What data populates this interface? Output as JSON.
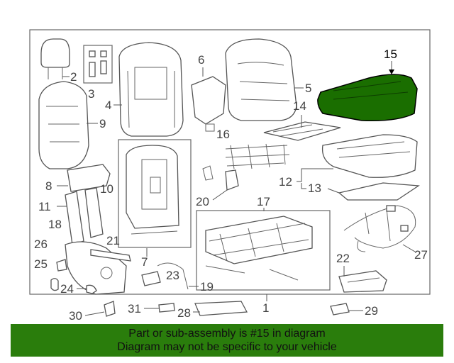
{
  "diagram": {
    "labels": {
      "l1": "1",
      "l2": "2",
      "l3": "3",
      "l4": "4",
      "l5": "5",
      "l6": "6",
      "l7": "7",
      "l8": "8",
      "l9": "9",
      "l10": "10",
      "l11": "11",
      "l12": "12",
      "l13": "13",
      "l14": "14",
      "l15": "15",
      "l16": "16",
      "l17": "17",
      "l18": "18",
      "l19": "19",
      "l20": "20",
      "l21": "21",
      "l22": "22",
      "l23": "23",
      "l24": "24",
      "l25": "25",
      "l26": "26",
      "l27": "27",
      "l28": "28",
      "l29": "29",
      "l30": "30",
      "l31": "31"
    },
    "highlight_color": "#1a6e00",
    "footer_color": "#2a7d0c"
  },
  "footer": {
    "line1": "Part or sub-assembly is #15 in diagram",
    "line2": "Diagram may not be specific to your vehicle"
  }
}
